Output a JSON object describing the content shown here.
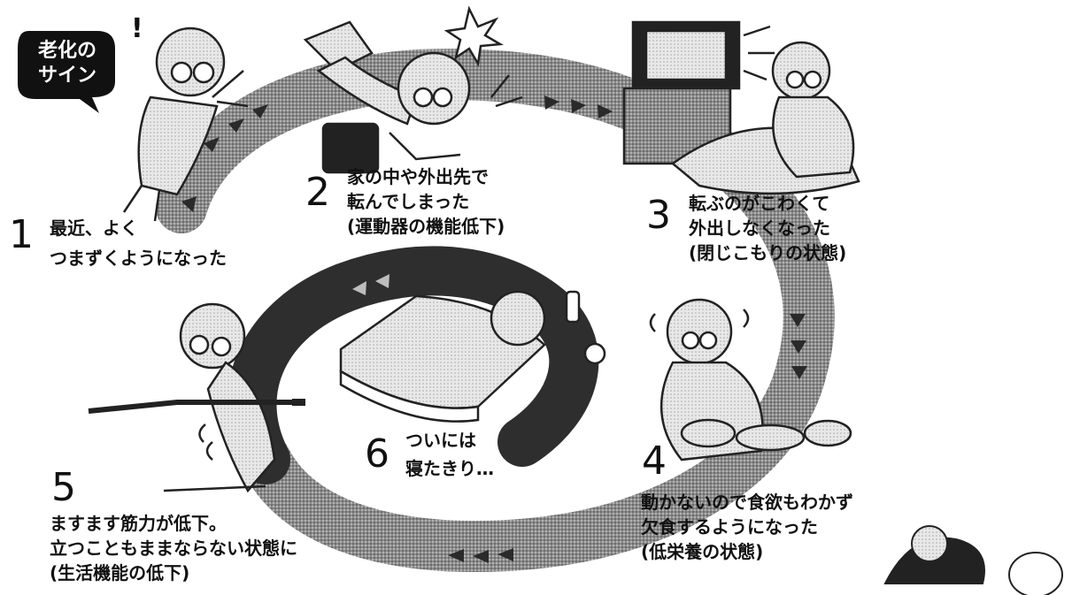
{
  "badge": {
    "line1": "老化の",
    "line2": "サイン"
  },
  "steps": [
    {
      "num": "1",
      "lines": [
        "最近、よく",
        "つまずくようになった"
      ]
    },
    {
      "num": "2",
      "lines": [
        "家の中や外出先で",
        "転んでしまった",
        "(運動器の機能低下)"
      ]
    },
    {
      "num": "3",
      "lines": [
        "転ぶのがこわくて",
        "外出しなくなった",
        "(閉じこもりの状態)"
      ]
    },
    {
      "num": "4",
      "lines": [
        "動かないので食欲もわかず",
        "欠食するようになった",
        "(低栄養の状態)"
      ]
    },
    {
      "num": "5",
      "lines": [
        "ますます筋力が低下。",
        "立つこともままならない状態に",
        "(生活機能の低下)"
      ]
    },
    {
      "num": "6",
      "lines": [
        "ついには",
        "寝たきり…"
      ]
    }
  ],
  "colors": {
    "path": "#6b6b6b",
    "path_dark": "#3a3a3a",
    "badge": "#111111",
    "ink": "#111111"
  }
}
